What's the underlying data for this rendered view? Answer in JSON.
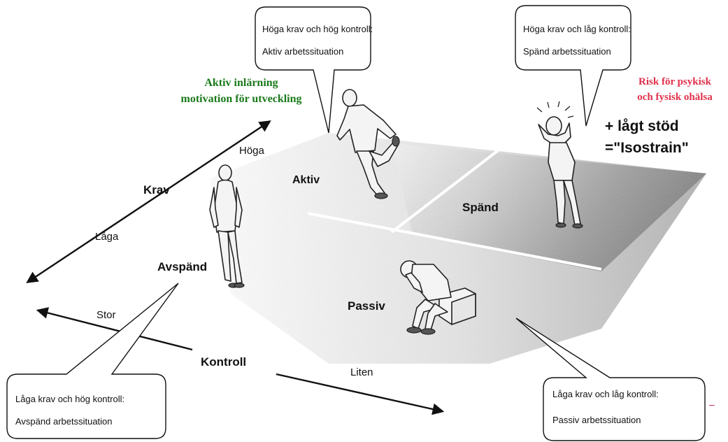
{
  "bubbles": {
    "active": {
      "line1": "Höga krav och hög kontroll:",
      "line2": "Aktiv arbetssituation"
    },
    "strained": {
      "line1": "Höga krav och låg kontroll:",
      "line2": "Spänd arbetssituation"
    },
    "relaxed": {
      "line1": "Låga krav och hög kontroll:",
      "line2": "Avspänd arbetssituation"
    },
    "passive": {
      "line1": "Låga krav och låg kontroll:",
      "line2": "Passiv arbetssituation"
    }
  },
  "annotations": {
    "active_learning_1": "Aktiv inlärning",
    "active_learning_2": "motivation för utveckling",
    "health_risk_1": "Risk för psykisk",
    "health_risk_2": "och fysisk ohälsa",
    "isostrain_1": "+ lågt stöd",
    "isostrain_2": "=\"Isostrain\""
  },
  "axes": {
    "demands": {
      "name": "Krav",
      "high": "Höga",
      "low": "Låga"
    },
    "control": {
      "name": "Kontroll",
      "high": "Stor",
      "low": "Liten"
    }
  },
  "quadrants": {
    "active": "Aktiv",
    "strained": "Spänd",
    "relaxed": "Avspänd",
    "passive": "Passiv"
  },
  "colors": {
    "active_learning": "#1a7a1a",
    "health_risk": "#e0304a",
    "ink": "#111111"
  },
  "extra_mark": "–"
}
